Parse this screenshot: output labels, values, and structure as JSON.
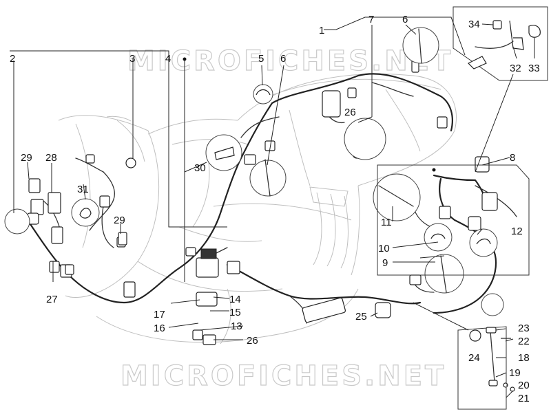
{
  "watermark": "MICROFICHES.NET",
  "callouts": {
    "c1": "1",
    "c2": "2",
    "c3": "3",
    "c4": "4",
    "c5": "5",
    "c6a": "6",
    "c6b": "6",
    "c7": "7",
    "c8": "8",
    "c9": "9",
    "c10": "10",
    "c11": "11",
    "c12": "12",
    "c13": "13",
    "c14": "14",
    "c15": "15",
    "c16": "16",
    "c17": "17",
    "c18": "18",
    "c19": "19",
    "c20": "20",
    "c21": "21",
    "c22": "22",
    "c23": "23",
    "c24": "24",
    "c25": "25",
    "c26a": "26",
    "c26b": "26",
    "c27": "27",
    "c28": "28",
    "c29a": "29",
    "c29b": "29",
    "c30": "30",
    "c31": "31",
    "c32": "32",
    "c33": "33",
    "c34": "34"
  }
}
